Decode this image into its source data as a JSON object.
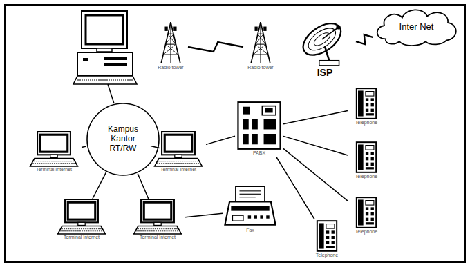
{
  "diagram": {
    "nodes": [
      {
        "text": [
          "Radio tower"
        ]
      },
      {
        "text": [
          "Radio tower"
        ]
      },
      {
        "text": [
          "ISP"
        ]
      },
      {
        "text": [
          "Inter Net"
        ]
      },
      {
        "text": [
          "Kampus Kantor RT/RW"
        ]
      },
      {
        "text": [
          "Terminal Internet"
        ]
      },
      {
        "text": [
          "Terminal Internet"
        ]
      },
      {
        "text": [
          "Terminal Internet"
        ]
      },
      {
        "text": [
          "Terminal Internet"
        ]
      },
      {
        "text": [
          "PABX"
        ]
      },
      {
        "text": [
          "Fax"
        ]
      },
      {
        "text": [
          "Telephone"
        ]
      },
      {
        "text": [
          "Telephone"
        ]
      },
      {
        "text": [
          "Telephone"
        ]
      },
      {
        "text": [
          "Telephone"
        ]
      }
    ],
    "edges": [
      {
        "from": 0,
        "to": 1,
        "arrow": "none"
      },
      {
        "from": 2,
        "to": 3,
        "arrow": "none"
      },
      {
        "from": 4,
        "to": 5,
        "arrow": "none"
      },
      {
        "from": 4,
        "to": 6,
        "arrow": "none"
      },
      {
        "from": 4,
        "to": 7,
        "arrow": "none"
      },
      {
        "from": 4,
        "to": 8,
        "arrow": "none"
      },
      {
        "from": 6,
        "to": 9,
        "arrow": "none"
      },
      {
        "from": 8,
        "to": 10,
        "arrow": "none"
      },
      {
        "from": 9,
        "to": 11,
        "arrow": "none"
      },
      {
        "from": 9,
        "to": 12,
        "arrow": "none"
      },
      {
        "from": 9,
        "to": 13,
        "arrow": "none"
      },
      {
        "from": 9,
        "to": 14,
        "arrow": "none"
      }
    ]
  }
}
